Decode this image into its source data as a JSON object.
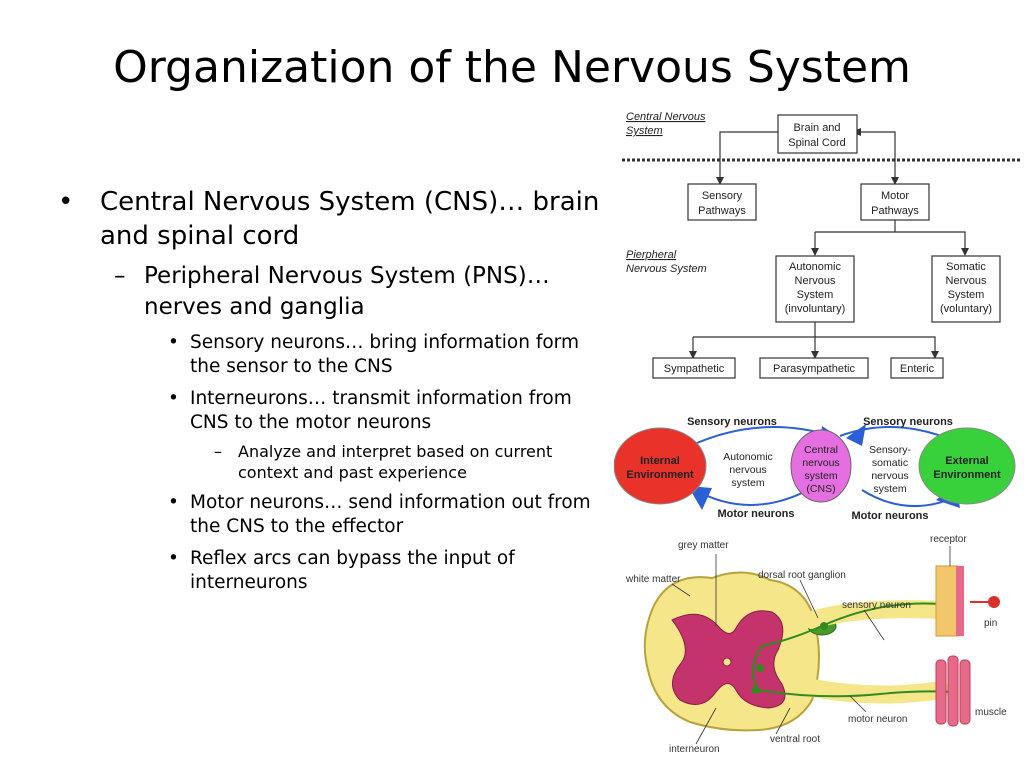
{
  "slide": {
    "title": "Organization of the Nervous System",
    "bullets": {
      "cns": "Central Nervous System (CNS)… brain and spinal cord",
      "pns": "Peripheral Nervous System (PNS)… nerves and ganglia",
      "sensory": "Sensory neurons… bring information form the sensor to the CNS",
      "inter": "Interneurons… transmit information from CNS to the motor neurons",
      "analyze": "Analyze and interpret based on current context and past experience",
      "motor": "Motor neurons… send information out from the CNS to the effector",
      "reflex": "Reflex arcs can bypass the input of interneurons"
    },
    "markers": {
      "dot": "•",
      "dash": "–"
    }
  },
  "org_chart": {
    "cns_label_1": "Central Nervous",
    "cns_label_2": "System",
    "pns_label_1": "Pierpheral",
    "pns_label_2": "Nervous System",
    "brain_1": "Brain and",
    "brain_2": "Spinal Cord",
    "sensory_1": "Sensory",
    "sensory_2": "Pathways",
    "motor_1": "Motor",
    "motor_2": "Pathways",
    "auto_1": "Autonomic",
    "auto_2": "Nervous",
    "auto_3": "System",
    "auto_4": "(involuntary)",
    "somatic_1": "Somatic",
    "somatic_2": "Nervous",
    "somatic_3": "System",
    "somatic_4": "(voluntary)",
    "sympathetic": "Sympathetic",
    "parasympathetic": "Parasympathetic",
    "enteric": "Enteric"
  },
  "loop": {
    "sensory_left": "Sensory neurons",
    "sensory_right": "Sensory neurons",
    "motor_left": "Motor neurons",
    "motor_right": "Motor neurons",
    "internal_1": "Internal",
    "internal_2": "Environment",
    "external_1": "External",
    "external_2": "Environment",
    "auto_1": "Autonomic",
    "auto_2": "nervous",
    "auto_3": "system",
    "cns_1": "Central",
    "cns_2": "nervous",
    "cns_3": "system",
    "cns_4": "(CNS)",
    "soma_1": "Sensory-",
    "soma_2": "somatic",
    "soma_3": "nervous",
    "soma_4": "system",
    "colors": {
      "internal": "#e8322a",
      "cns": "#e56fe0",
      "external": "#39d13b",
      "loop": "#2a5fd6"
    }
  },
  "reflex": {
    "grey_matter": "grey matter",
    "white_matter": "white matter",
    "dorsal_root_ganglion": "dorsal root ganglion",
    "receptor": "receptor",
    "sensory_neuron": "sensory neuron",
    "pin": "pin",
    "muscle": "muscle",
    "motor_neuron": "motor neuron",
    "ventral_root": "ventral root",
    "interneuron": "interneuron"
  }
}
